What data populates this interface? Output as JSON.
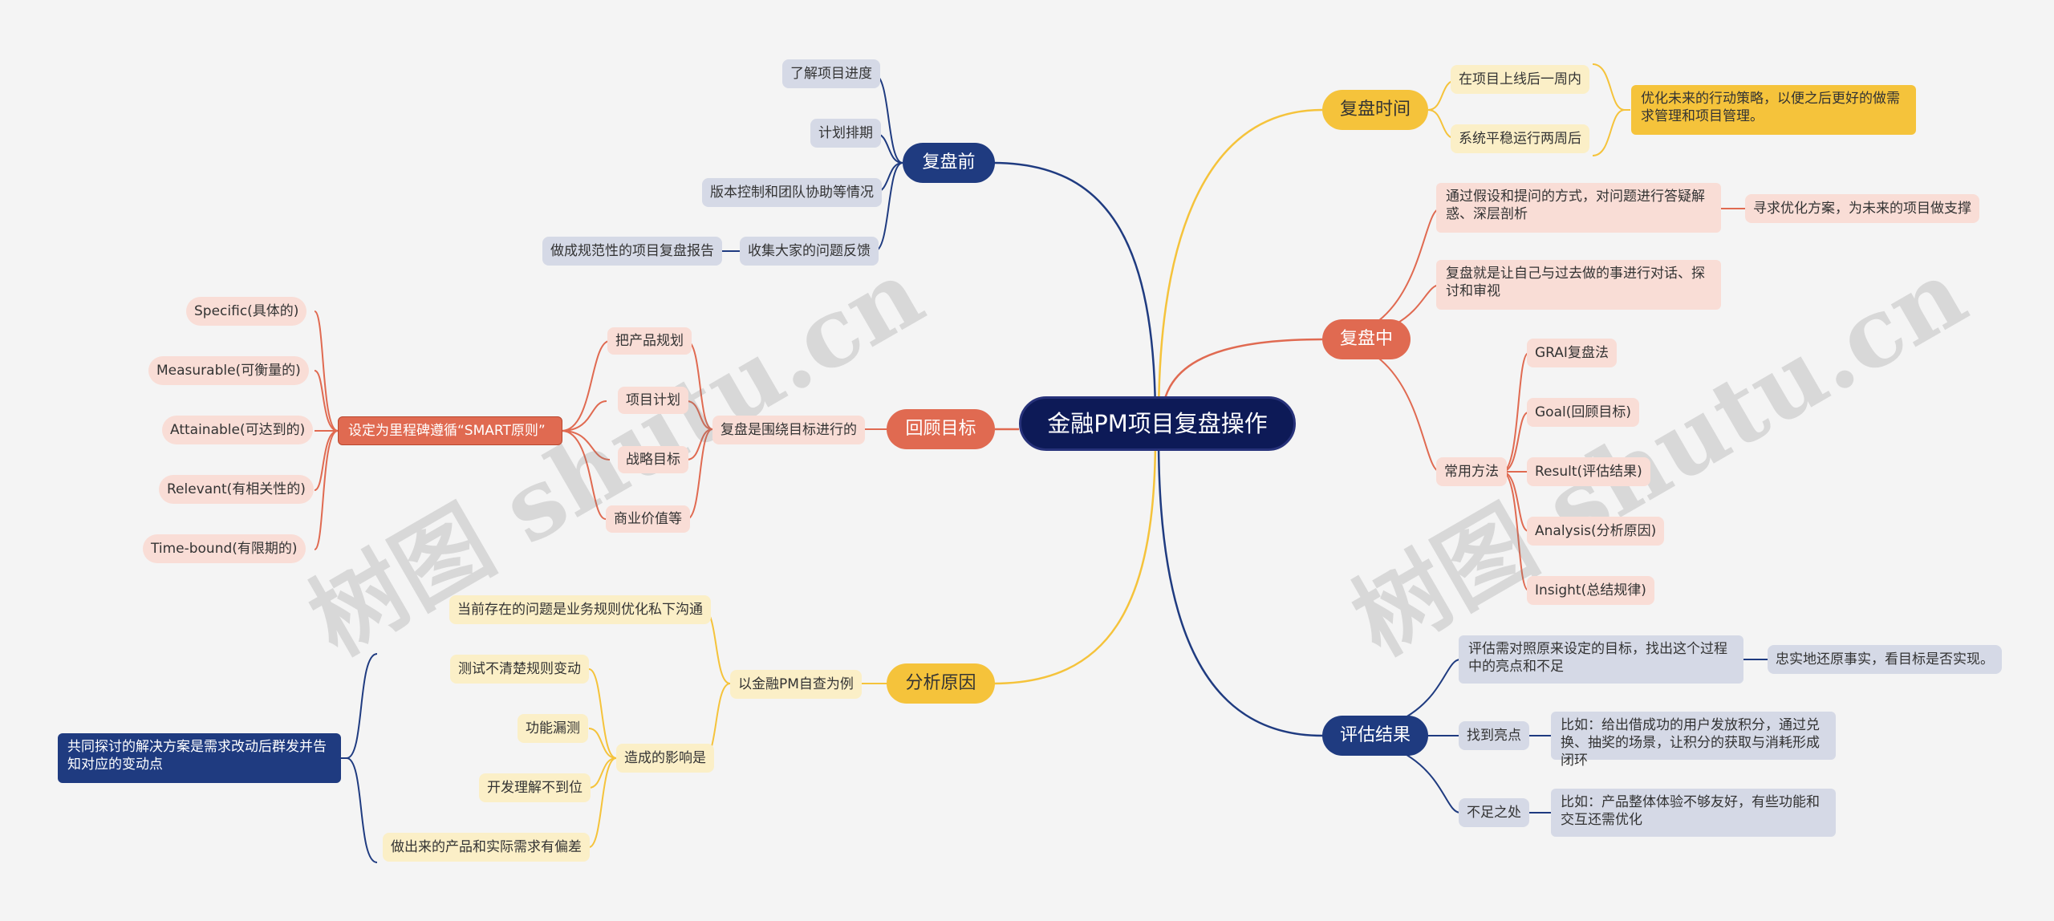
{
  "root": "金融PM项目复盘操作",
  "watermarks": [
    "树图 shutu.cn",
    "树图 shutu.cn"
  ],
  "before": {
    "title": "复盘前",
    "items": [
      "了解项目进度",
      "计划排期",
      "版本控制和团队协助等情况",
      "收集大家的问题反馈"
    ],
    "report": "做成规范性的项目复盘报告"
  },
  "review": {
    "title": "回顾目标",
    "branch": "复盘是围绕目标进行的",
    "items": [
      "把产品规划",
      "项目计划",
      "战略目标",
      "商业价值等"
    ],
    "smart": "设定为里程碑遵循“SMART原则”",
    "smart_items": [
      "Specific(具体的)",
      "Measurable(可衡量的)",
      "Attainable(可达到的)",
      "Relevant(有相关性的)",
      "Time-bound(有限期的)"
    ]
  },
  "analysis": {
    "title": "分析原因",
    "branch": "以金融PM自查为例",
    "problem": "当前存在的问题是业务规则优化私下沟通",
    "impact": "造成的影响是",
    "impact_items": [
      "测试不清楚规则变动",
      "功能漏测",
      "开发理解不到位",
      "做出来的产品和实际需求有偏差"
    ],
    "solution": "共同探讨的解决方案是需求改动后群发并告知对应的变动点"
  },
  "time": {
    "title": "复盘时间",
    "items": [
      "在项目上线后一周内",
      "系统平稳运行两周后"
    ],
    "goal": "优化未来的行动策略，以便之后更好的做需求管理和项目管理。"
  },
  "during": {
    "title": "复盘中",
    "intro1": "通过假设和提问的方式，对问题进行答疑解惑、深层剖析",
    "intro1_result": "寻求优化方案，为未来的项目做支撑",
    "intro2": "复盘就是让自己与过去做的事进行对话、探讨和审视",
    "method": "常用方法",
    "method_items": [
      "GRAI复盘法",
      "Goal(回顾目标)",
      "Result(评估结果)",
      "Analysis(分析原因)",
      "Insight(总结规律)"
    ]
  },
  "evaluate": {
    "title": "评估结果",
    "compare": "评估需对照原来设定的目标，找出这个过程中的亮点和不足",
    "compare_result": "忠实地还原事实，看目标是否实现。",
    "highlight": "找到亮点",
    "highlight_text": "比如：给出借成功的用户发放积分，通过兑换、抽奖的场景，让积分的获取与消耗形成闭环",
    "shortcoming": "不足之处",
    "shortcoming_text": "比如：产品整体体验不够友好，有些功能和交互还需优化"
  },
  "colors": {
    "navy": "#1f3b80",
    "red": "#e06a51",
    "yellow": "#f5c33b",
    "root": "#0d1a57"
  }
}
